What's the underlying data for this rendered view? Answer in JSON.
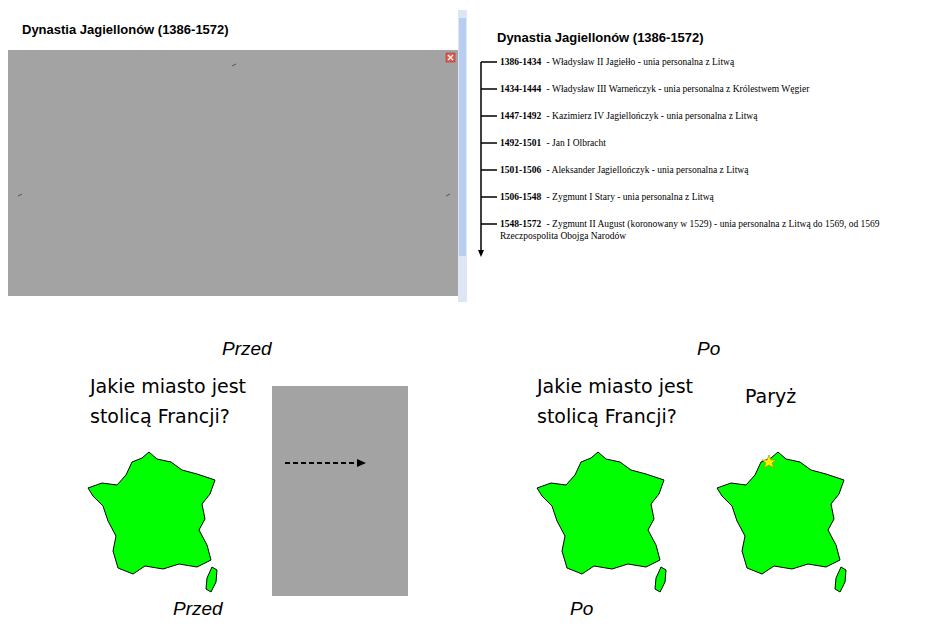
{
  "diagram": {
    "labels": [
      "Dynastia Jagiellonów (1386-1572)",
      "Dynastia Jagiellonów (1386-1572)",
      "1386-1434",
      "- Władysław II Jagiełło - unia personalna z Litwą",
      "1434-1444",
      "- Władysław III Warneńczyk - unia personalna z Królestwem Węgier",
      "1447-1492",
      "- Kazimierz IV Jagiellończyk - unia personalna z Litwą",
      "1492-1501",
      "- Jan I Olbracht",
      "1501-1506",
      "- Aleksander Jagiellończyk - unia personalna z Litwą",
      "1506-1548",
      "- Zygmunt I Stary - unia personalna z Litwą",
      "1548-1572",
      "- Zygmunt II August (koronowany w 1529) - unia personalna z Litwą do 1569, od 1569 Rzeczpospolita Obojga Narodów",
      "Przed",
      "Po",
      "Jakie miasto jest stolicą Francji?",
      "Jakie miasto jest stolicą Francji?",
      "Paryż",
      "Przed",
      "Po"
    ]
  }
}
